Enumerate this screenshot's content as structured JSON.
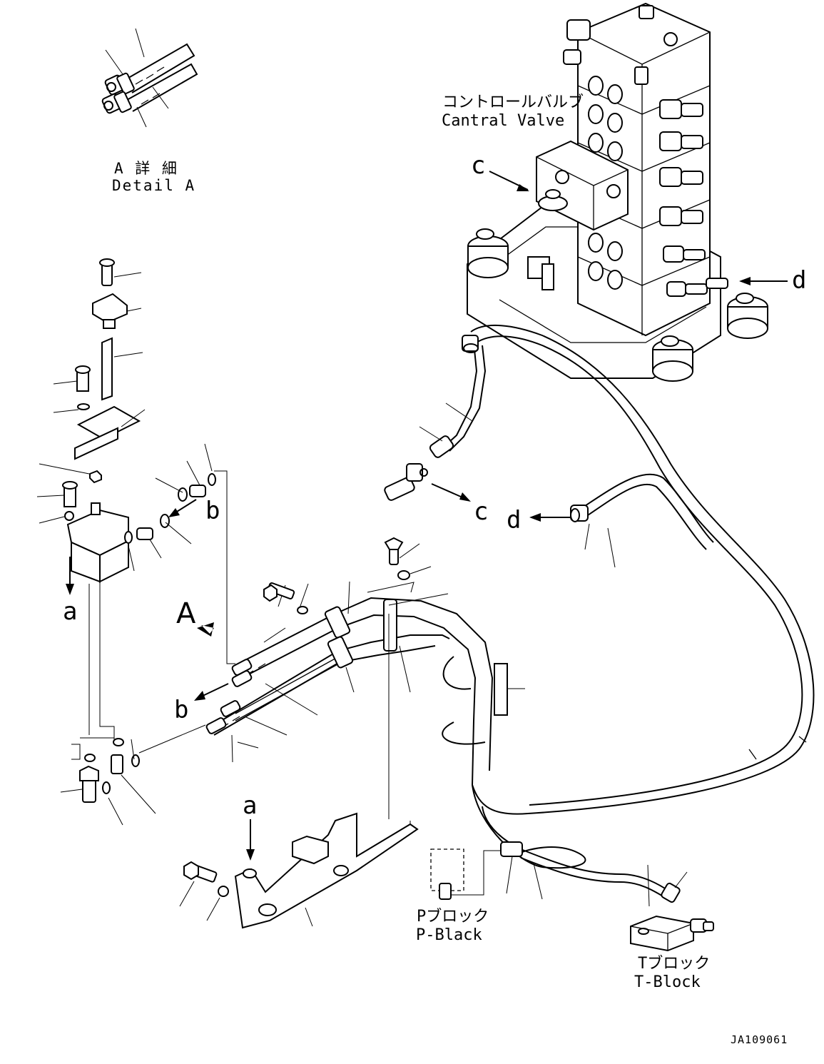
{
  "labels": {
    "detail_a_jp": "A 詳 細",
    "detail_a_en": "Detail A",
    "control_valve_jp": "コントロールバルブ",
    "control_valve_en": "Cantral Valve",
    "p_block_jp": "Pブロック",
    "p_block_en": "P-Black",
    "t_block_jp": "Tブロック",
    "t_block_en": "T-Block",
    "view_a": "A",
    "ref_c": "c",
    "ref_d": "d",
    "ref_b": "b",
    "ref_a": "a",
    "drawing_code": "JA109061"
  }
}
